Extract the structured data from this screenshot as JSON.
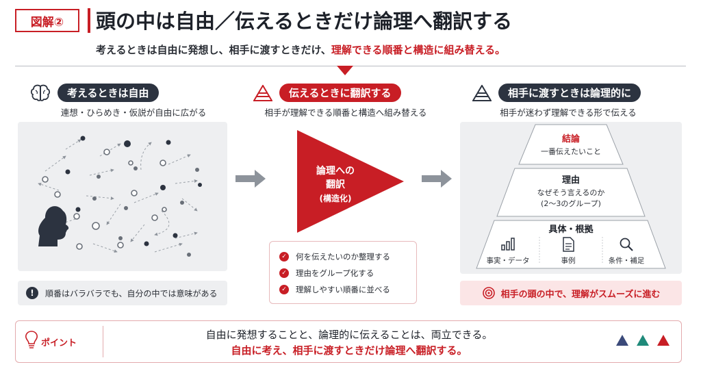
{
  "header": {
    "badge": "図解②",
    "title": "頭の中は自由／伝えるときだけ論理へ翻訳する",
    "subtitle_plain": "考えるときは自由に発想し、相手に渡すときだけ、",
    "subtitle_highlight": "理解できる順番と構造に組み替える。"
  },
  "left": {
    "heading": "考えるときは自由",
    "icon": "brain-icon",
    "sub": "連想・ひらめき・仮説が自由に広がる",
    "note": "順番はバラバラでも、自分の中では意味がある"
  },
  "middle": {
    "heading": "伝えるときに翻訳する",
    "icon": "pyramid-icon",
    "sub": "相手が理解できる順番と構造へ組み替える",
    "funnel_line1": "論理への",
    "funnel_line2": "翻訳",
    "funnel_line3": "(構造化)",
    "checks": [
      "何を伝えたいのか整理する",
      "理由をグループ化する",
      "理解しやすい順番に並べる"
    ]
  },
  "right": {
    "heading": "相手に渡すときは論理的に",
    "icon": "pyramid-icon",
    "sub": "相手が迷わず理解できる形で伝える",
    "top_title": "結論",
    "top_desc": "一番伝えたいこと",
    "mid_title": "理由",
    "mid_desc1": "なぜそう言えるのか",
    "mid_desc2": "(2〜3のグループ)",
    "bottom_title": "具体・根拠",
    "basis": [
      {
        "icon": "bar-chart-icon",
        "label": "事実・データ"
      },
      {
        "icon": "document-icon",
        "label": "事例"
      },
      {
        "icon": "magnifier-icon",
        "label": "条件・補足"
      }
    ],
    "result": "相手の頭の中で、理解がスムーズに進む"
  },
  "point": {
    "label": "ポイント",
    "line1": "自由に発想することと、論理的に伝えることは、両立できる。",
    "line2": "自由に考え、相手に渡すときだけ論理へ翻訳する。"
  },
  "colors": {
    "accent": "#c81e25",
    "dark": "#2c3340",
    "navy": "#3b4a7a",
    "teal": "#1f8a7a"
  }
}
